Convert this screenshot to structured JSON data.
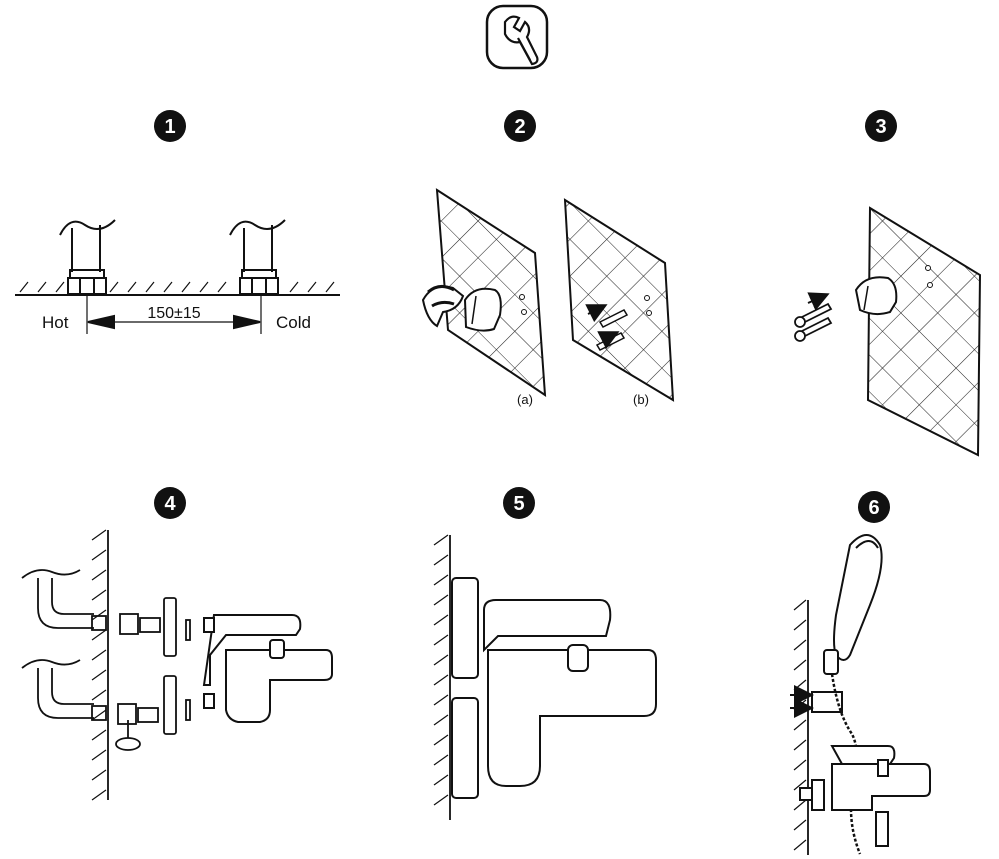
{
  "steps": [
    {
      "number": "1"
    },
    {
      "number": "2"
    },
    {
      "number": "3"
    },
    {
      "number": "4"
    },
    {
      "number": "5"
    },
    {
      "number": "6"
    }
  ],
  "step1": {
    "hot_label": "Hot",
    "cold_label": "Cold",
    "spacing": "150±15"
  },
  "step2": {
    "caption_a": "(a)",
    "caption_b": "(b)"
  },
  "icons": {
    "header": "wrench-icon"
  }
}
